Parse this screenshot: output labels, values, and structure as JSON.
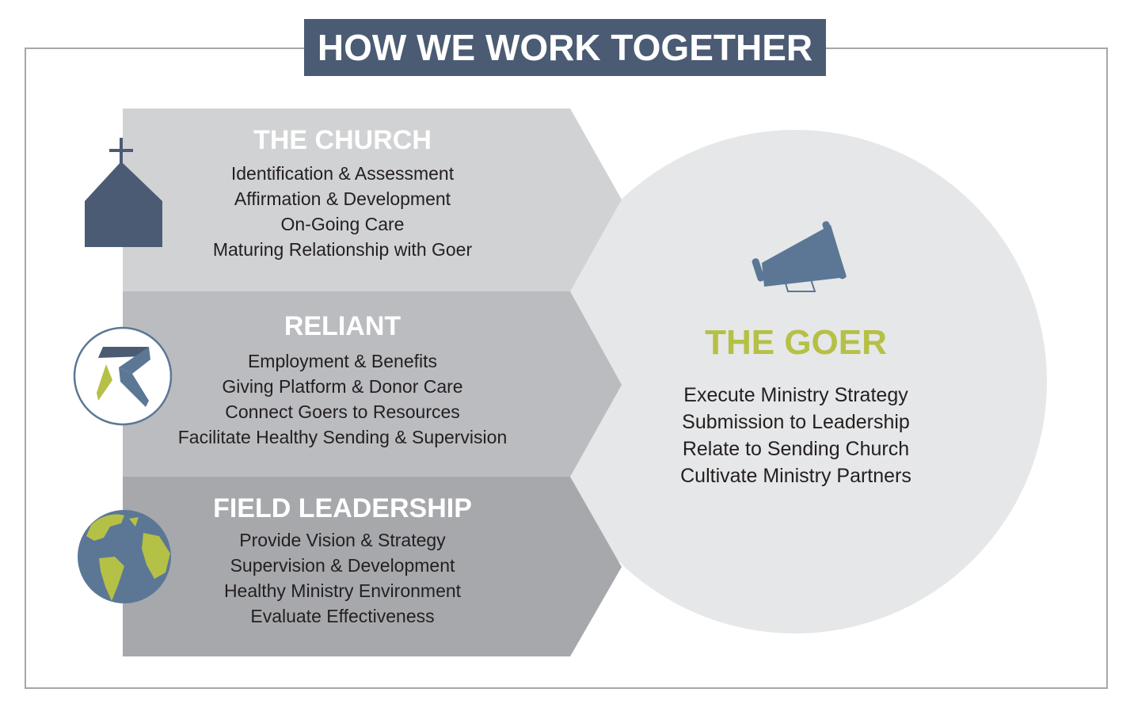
{
  "title": "HOW WE WORK TOGETHER",
  "sections": [
    {
      "heading": "THE CHURCH",
      "icon": "church-icon",
      "items": [
        "Identification & Assessment",
        "Affirmation & Development",
        "On-Going Care",
        "Maturing Relationship with Goer"
      ]
    },
    {
      "heading": "RELIANT",
      "icon": "reliant-logo-icon",
      "items": [
        "Employment & Benefits",
        "Giving Platform & Donor Care",
        "Connect Goers to Resources",
        "Facilitate Healthy Sending & Supervision"
      ]
    },
    {
      "heading": "FIELD LEADERSHIP",
      "icon": "globe-icon",
      "items": [
        "Provide Vision & Strategy",
        "Supervision & Development",
        "Healthy Ministry Environment",
        "Evaluate Effectiveness"
      ]
    }
  ],
  "goer": {
    "heading": "THE GOER",
    "icon": "megaphone-icon",
    "items": [
      "Execute Ministry Strategy",
      "Submission to Leadership",
      "Relate to Sending Church",
      "Cultivate Ministry Partners"
    ]
  },
  "colors": {
    "navy": "#4b5b73",
    "steel": "#5b7795",
    "green": "#b5c046",
    "band1": "#d1d2d4",
    "band2": "#bbbcc0",
    "band3": "#a7a8ac",
    "circle": "#e6e7e8"
  }
}
